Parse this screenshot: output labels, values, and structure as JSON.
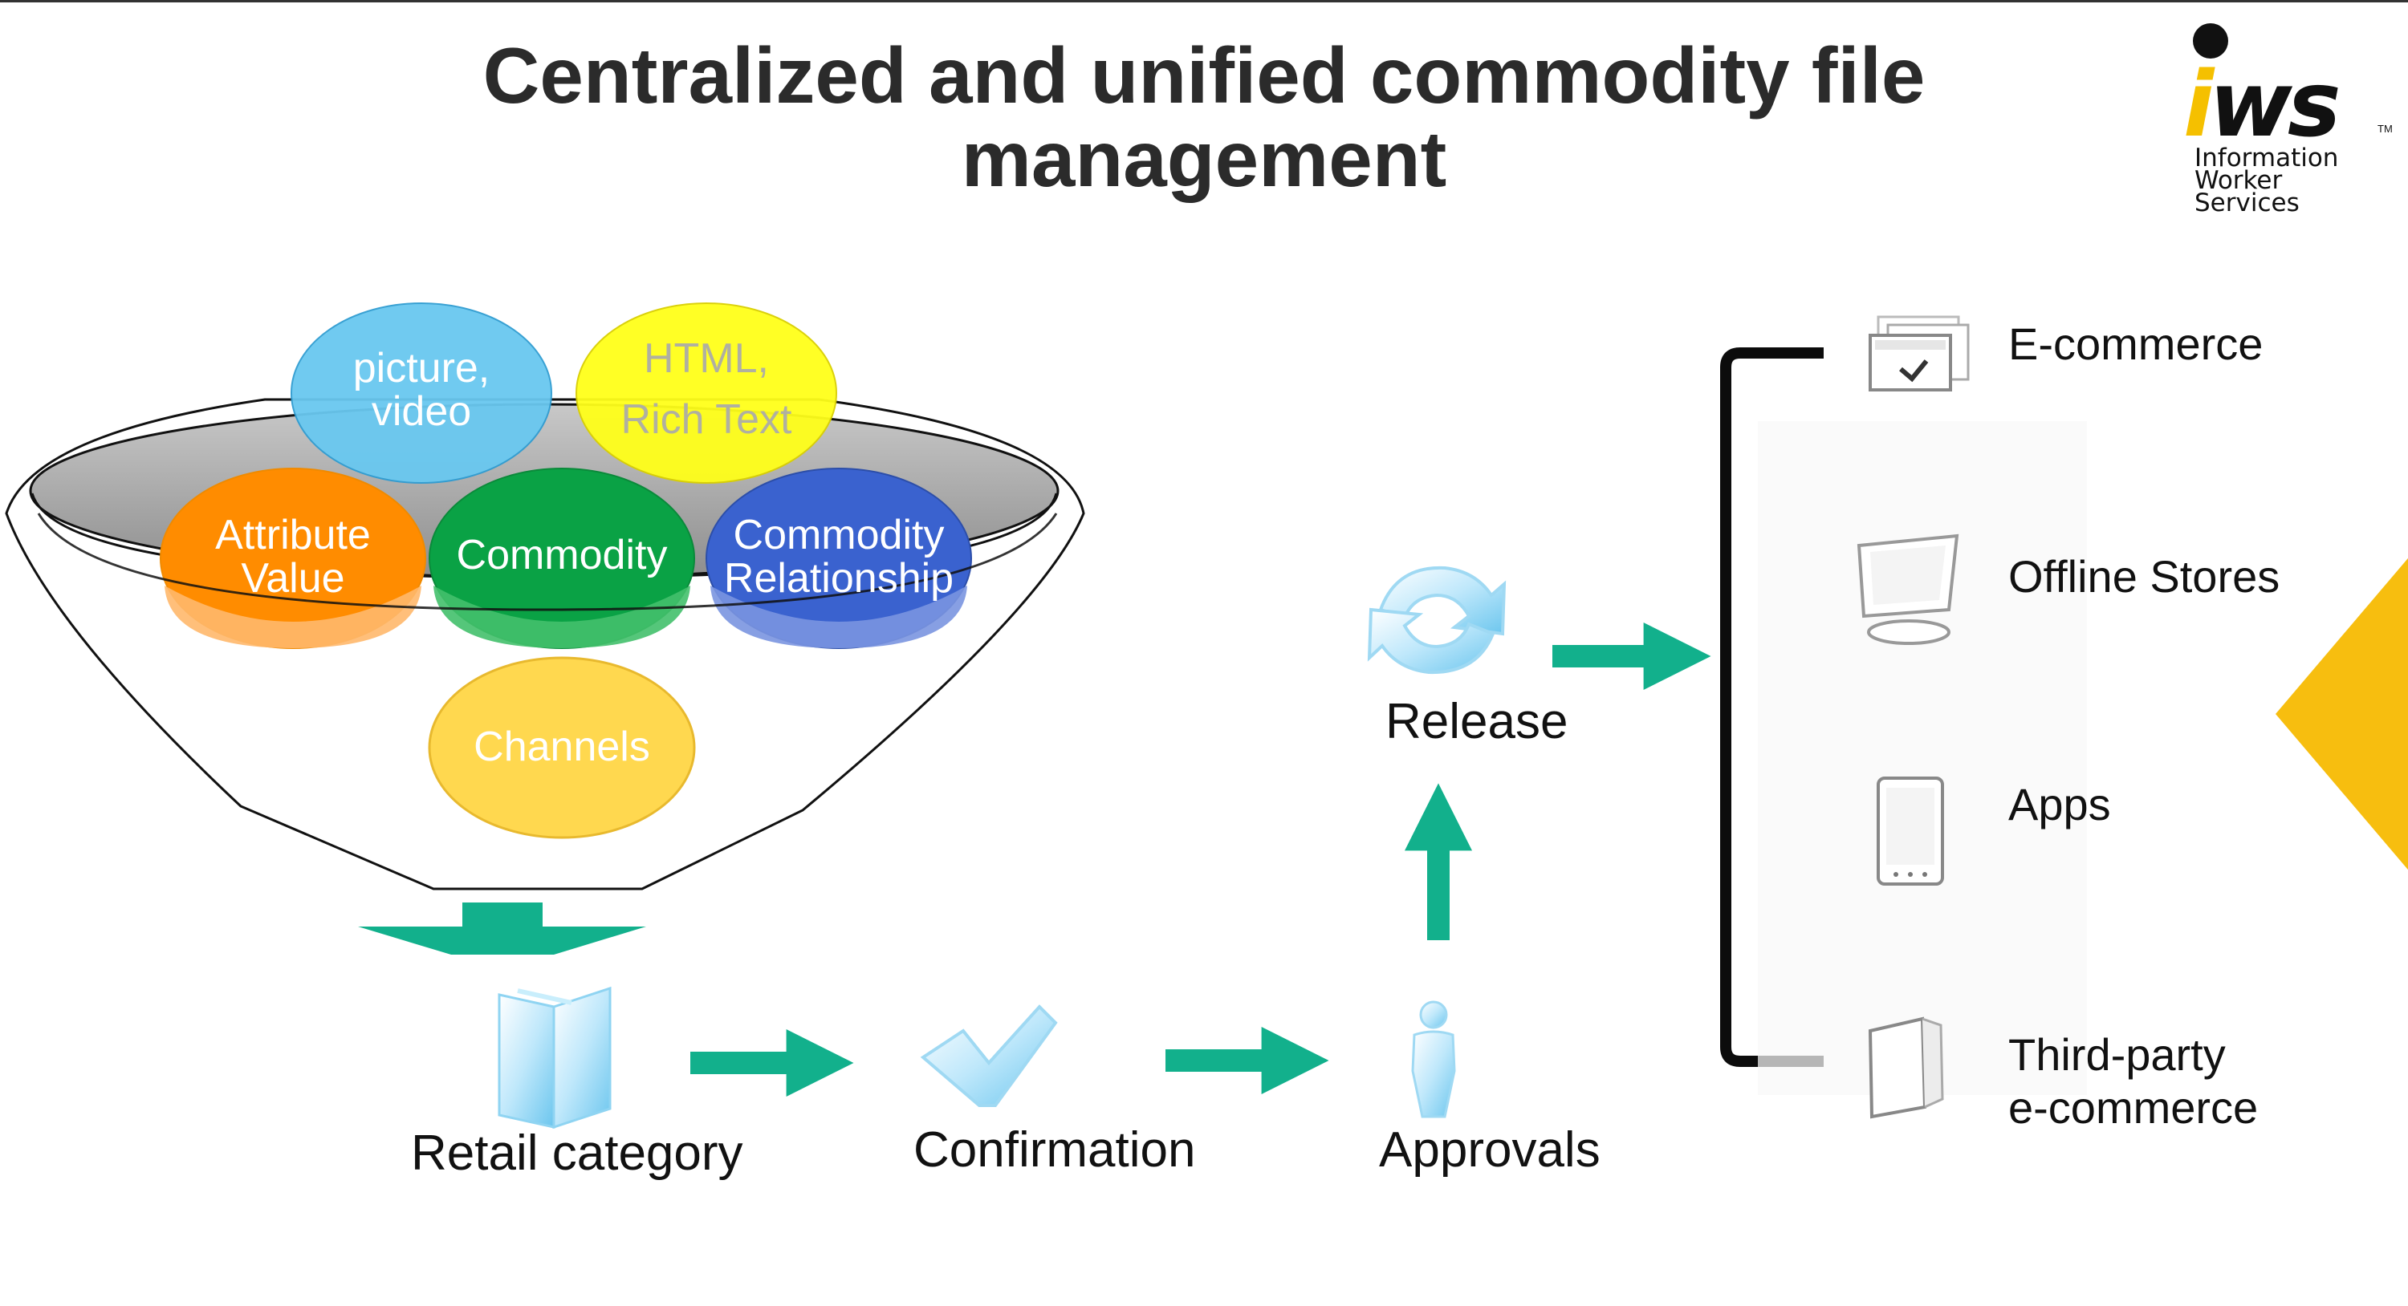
{
  "title": {
    "line1": "Centralized and unified commodity file",
    "line2": "management"
  },
  "logo": {
    "wordmark": "iws",
    "tm": "TM",
    "sub_line1": "Information",
    "sub_line2": "Worker",
    "sub_line3": "Services",
    "accent_color": "#f5c000"
  },
  "funnel": {
    "ovals": [
      {
        "line1": "picture,",
        "line2": "video",
        "color": "#69c8f0",
        "icon": ""
      },
      {
        "line1": "HTML,",
        "line2": "Rich Text",
        "color": "#ffff1a",
        "icon": ""
      },
      {
        "line1": "Attribute",
        "line2": "Value",
        "color": "#ff8c00",
        "icon": ""
      },
      {
        "line1": "Commodity",
        "line2": "",
        "color": "#0aa245",
        "icon": ""
      },
      {
        "line1": "Commodity",
        "line2": "Relationship",
        "color": "#3a62cf",
        "icon": ""
      },
      {
        "line1": "Channels",
        "line2": "",
        "color": "#ffd84f",
        "icon": ""
      }
    ]
  },
  "flow": {
    "retail_category": "Retail category",
    "confirmation": "Confirmation",
    "approvals": "Approvals",
    "release": "Release",
    "arrow_color": "#12b08c"
  },
  "channels": {
    "items": [
      {
        "line1": "E-commerce",
        "line2": "",
        "icon": "browser-windows-icon"
      },
      {
        "line1": "Offline Stores",
        "line2": "",
        "icon": "monitor-icon"
      },
      {
        "line1": "Apps",
        "line2": "",
        "icon": "phone-icon"
      },
      {
        "line1": "Third-party",
        "line2": "e-commerce",
        "icon": "door-icon"
      }
    ]
  }
}
